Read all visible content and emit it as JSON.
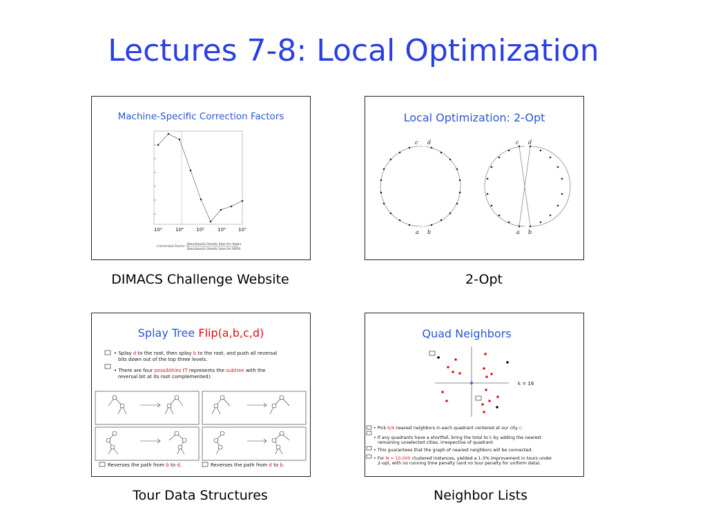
{
  "title": "Lectures 7-8: Local Optimization",
  "captions": {
    "dimacs": "DIMACS Challenge Website",
    "twoopt": "2-Opt",
    "tour": "Tour Data Structures",
    "neighbor": "Neighbor Lists"
  },
  "slide1": {
    "title": "Machine-Specific Correction Factors",
    "ticks": [
      "10³",
      "10⁴",
      "10⁵",
      "10⁶",
      "10⁷"
    ],
    "formula_left": "Correction Factor =",
    "formula_num": "Benchmark Greedy time for Alpha",
    "formula_den": "Benchmark Greedy time for MIPS"
  },
  "slide2": {
    "title": "Local Optimization:  2-Opt",
    "labels": {
      "c": "c",
      "d": "d",
      "a": "a",
      "b": "b"
    }
  },
  "slide3": {
    "title_a": "Splay Tree ",
    "title_b": "Flip(a,b,c,d)",
    "b1_a": "Splay ",
    "b1_d": "d",
    "b1_b": " to the root, then splay ",
    "b1_bb": "b",
    "b1_c": " to the root, and push all reversal",
    "b1_line2": "bits down out of the top three levels.",
    "b2_line1a": "There are four ",
    "b2_line1b": "possiblities",
    "b2_line1c": " (",
    "b2_line1d": "T",
    "b2_line1e": " represents the ",
    "b2_line1f": "subtree",
    "b2_line1g": " with the",
    "b2_line2": "reversal bit at its root complemented):",
    "rev1_a": "Reverses the path from ",
    "rev1_b": "b",
    "rev1_c": " to ",
    "rev1_d": "d",
    "rev1_e": ".",
    "rev2_a": "Reverses the path from ",
    "rev2_b": "d",
    "rev2_c": " to ",
    "rev2_d": "b",
    "rev2_e": "."
  },
  "slide4": {
    "title": "Quad Neighbors",
    "k_label": "k = 16",
    "b1_a": "Pick ",
    "b1_b": "k/4",
    "b1_c": " nearest neighbors in each quadrant centered at our city ",
    "b1_d": "c",
    "b1_e": ".",
    "b2_l1a": "If any quadrants have a shortfall, bring the total to ",
    "b2_l1b": "k",
    "b2_l1c": " by adding the nearest",
    "b2_l2": "remaining unselected cities, irrespective of quadrant.",
    "b3": "This guarantees that the graph of nearest neighbors will be connected.",
    "b4_l1a": "For ",
    "b4_l1b": "N = 10,000",
    "b4_l1c": " clustered instances, yielded a 1-3% improvement in tours under",
    "b4_l2": "2-opt, with no running time penalty (and no tour penalty for uniform data)."
  }
}
